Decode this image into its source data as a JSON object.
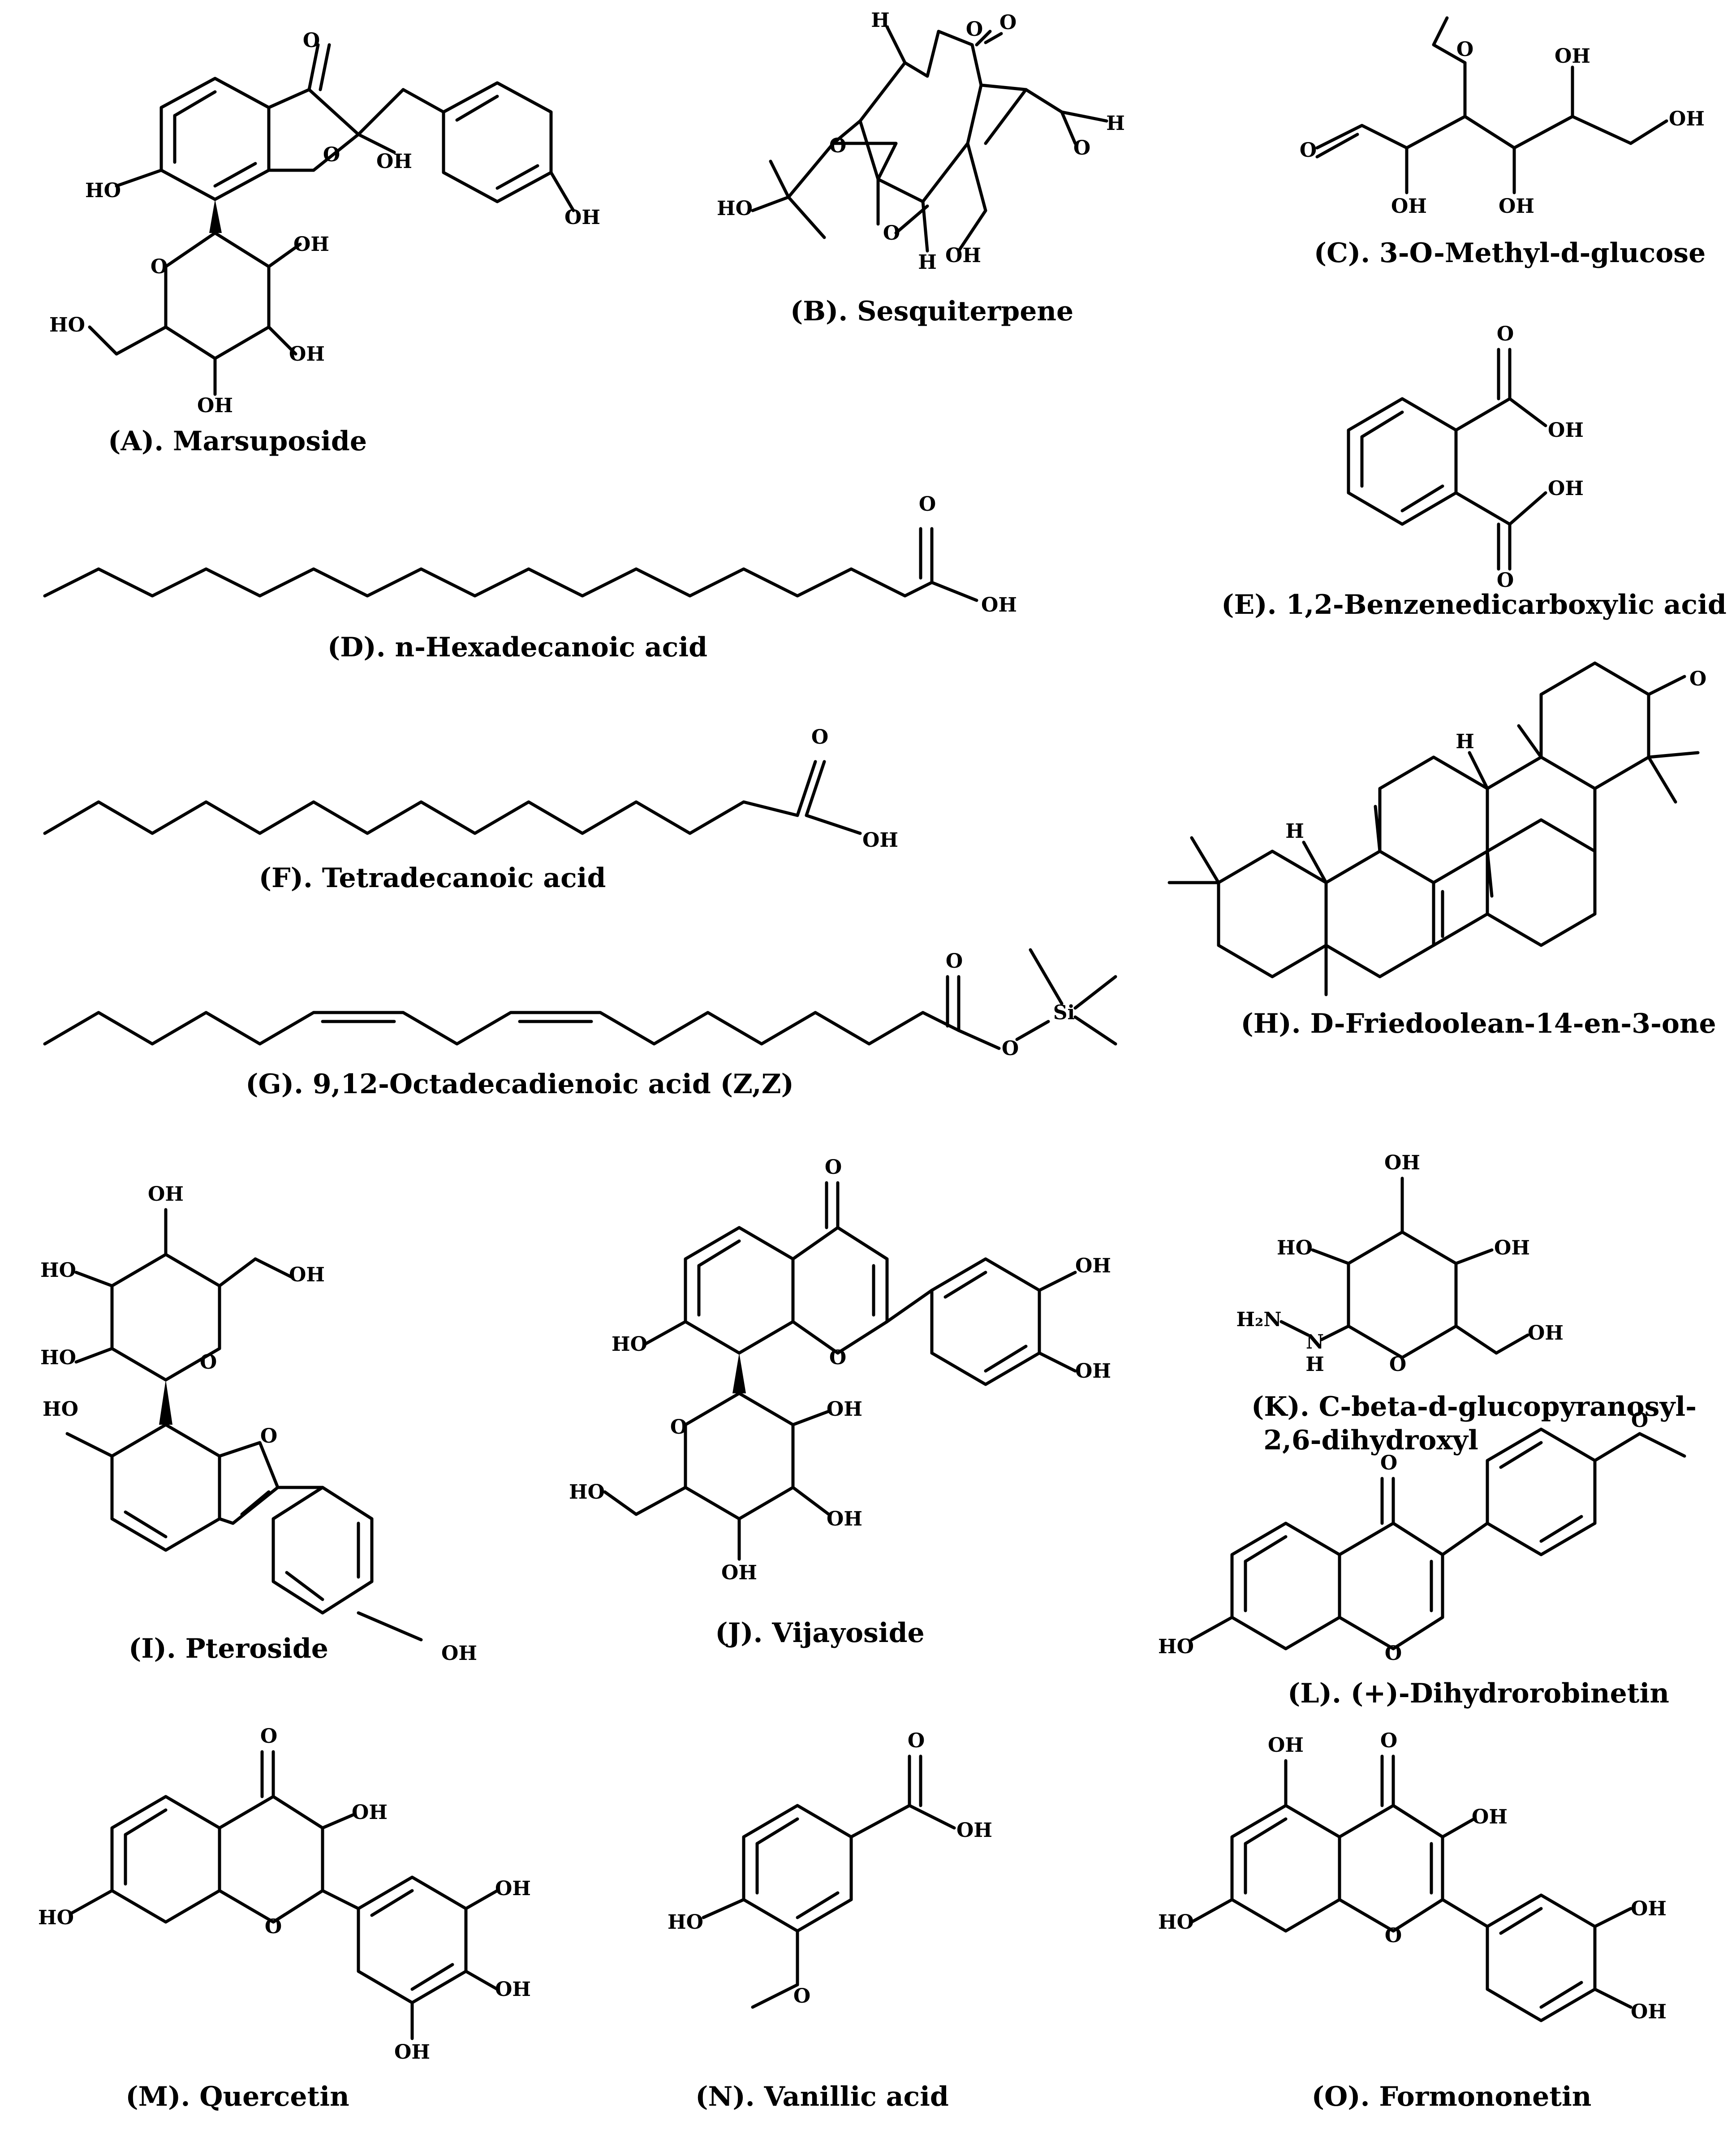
{
  "figure": {
    "atom_labels": {
      "O": "O",
      "OH": "OH",
      "HO": "HO",
      "H": "H",
      "Si": "Si",
      "N": "N",
      "H2N": "H₂N"
    },
    "compounds": [
      {
        "id": "A",
        "caption": "(A). Marsuposide"
      },
      {
        "id": "B",
        "caption": "(B). Sesquiterpene"
      },
      {
        "id": "C",
        "caption": "(C). 3-O-Methyl-d-glucose"
      },
      {
        "id": "D",
        "caption": "(D). n-Hexadecanoic acid"
      },
      {
        "id": "E",
        "caption": "(E). 1,2-Benzenedicarboxylic acid"
      },
      {
        "id": "F",
        "caption": "(F). Tetradecanoic acid"
      },
      {
        "id": "G",
        "caption": "(G). 9,12-Octadecadienoic acid (Z,Z)"
      },
      {
        "id": "H",
        "caption": "(H).  D-Friedoolean-14-en-3-one"
      },
      {
        "id": "I",
        "caption": "(I). Pteroside"
      },
      {
        "id": "J",
        "caption": "(J). Vijayoside"
      },
      {
        "id": "K",
        "caption": "(K). C-beta-d-glucopyranosyl-",
        "caption_line2": "2,6-dihydroxyl"
      },
      {
        "id": "L",
        "caption": "(L). (+)-Dihydrorobinetin"
      },
      {
        "id": "M",
        "caption": "(M). Quercetin"
      },
      {
        "id": "N",
        "caption": "(N). Vanillic acid"
      },
      {
        "id": "O",
        "caption": "(O). Formononetin"
      }
    ]
  }
}
